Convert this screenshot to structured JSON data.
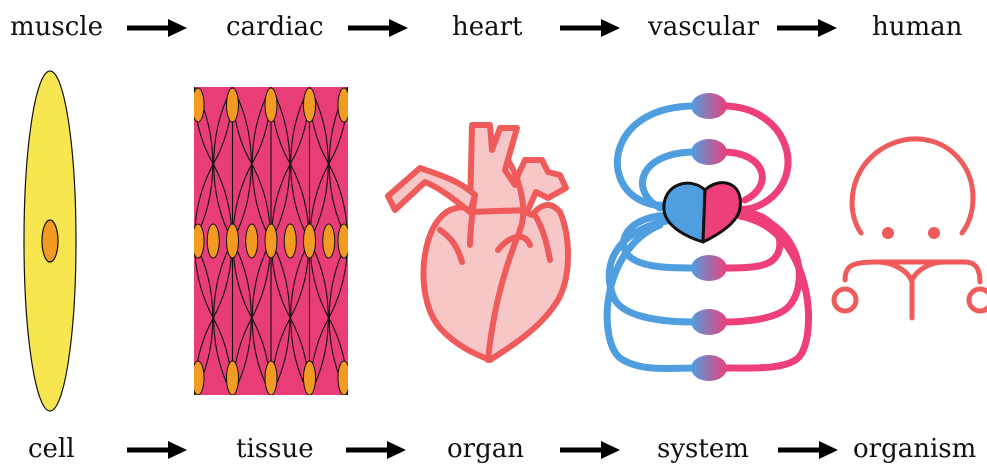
{
  "top_labels": {
    "muscle": "muscle",
    "cardiac": "cardiac",
    "heart": "heart",
    "vascular": "vascular",
    "human": "human"
  },
  "bottom_labels": {
    "cell": "cell",
    "tissue": "tissue",
    "organ": "organ",
    "system": "system",
    "organism": "organism"
  },
  "colors": {
    "cell_fill": "#f7e64f",
    "nucleus": "#f29a22",
    "tissue_fill": "#e83d78",
    "heart_outline": "#ef5b5b",
    "heart_fill": "#f7c6c6",
    "vessel_blue": "#4f9fe0",
    "vessel_pink": "#ee3e7c",
    "organism": "#ef5b5b",
    "arrow": "#000000"
  },
  "icons": [
    "muscle-cell-icon",
    "cardiac-tissue-icon",
    "heart-organ-icon",
    "circulatory-system-icon",
    "human-organism-icon"
  ]
}
